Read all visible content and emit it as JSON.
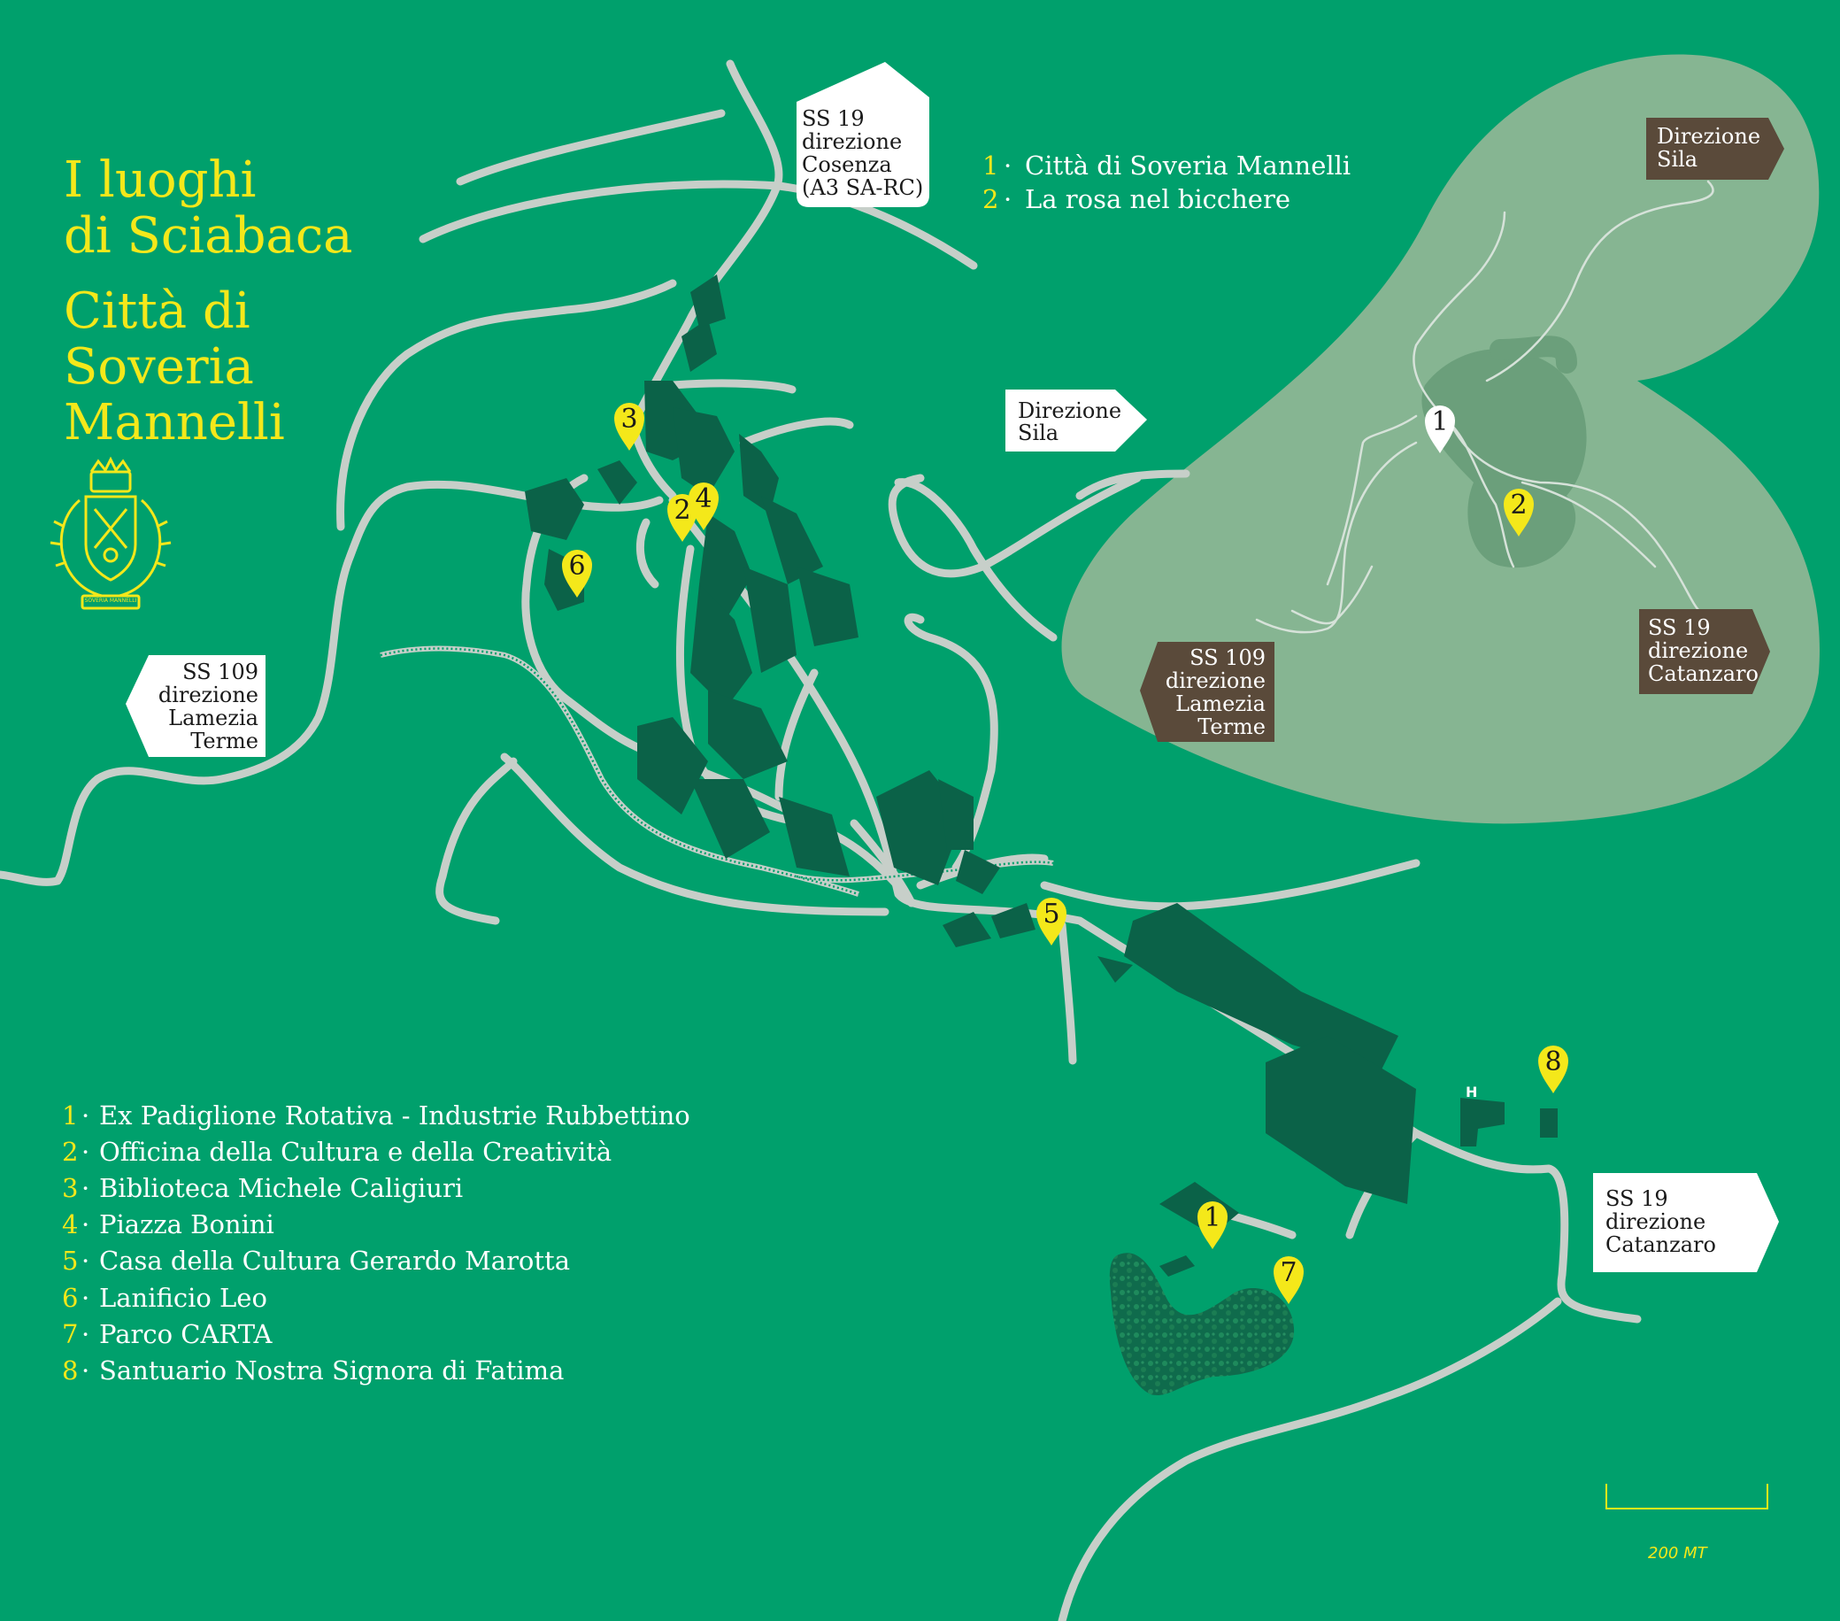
{
  "title": {
    "lines": [
      "I luoghi",
      "di Sciabaca",
      "Città di",
      "Soveria",
      "Mannelli"
    ]
  },
  "colors": {
    "background": "#00a06c",
    "road": "#c7cfc9",
    "buildings": "#0b6248",
    "accent_yellow": "#f4e81a",
    "sila_area": "#86b592",
    "sign_white": "#ffffff",
    "sign_brown": "#5a4a3a"
  },
  "icons": {
    "crest": "municipal-crest-icon",
    "pin": "map-pin-icon"
  },
  "crest_caption": "SOVERIA MANNELLI",
  "legend_main": {
    "items": [
      {
        "num": "1",
        "sep": "·",
        "label": "Ex Padiglione Rotativa - Industrie Rubbettino"
      },
      {
        "num": "2",
        "sep": "·",
        "label": "Officina della Cultura e della Creatività"
      },
      {
        "num": "3",
        "sep": "·",
        "label": "Biblioteca Michele Caligiuri"
      },
      {
        "num": "4",
        "sep": "·",
        "label": "Piazza Bonini"
      },
      {
        "num": "5",
        "sep": "·",
        "label": "Casa della Cultura Gerardo Marotta"
      },
      {
        "num": "6",
        "sep": "·",
        "label": "Lanificio Leo"
      },
      {
        "num": "7",
        "sep": "·",
        "label": "Parco CARTA"
      },
      {
        "num": "8",
        "sep": "·",
        "label": "Santuario Nostra Signora di Fatima"
      }
    ]
  },
  "legend_inset": {
    "items": [
      {
        "num": "1",
        "sep": "·",
        "label": "Città di Soveria Mannelli"
      },
      {
        "num": "2",
        "sep": "·",
        "label": "La rosa nel bicchere"
      }
    ]
  },
  "signs": {
    "cosenza": [
      "SS 19",
      "direzione",
      "Cosenza",
      "(A3 SA-RC)"
    ],
    "sila_town": [
      "Direzione",
      "Sila"
    ],
    "lamezia_left": [
      "SS 109",
      "direzione",
      "Lamezia",
      "Terme"
    ],
    "catanzaro_right": [
      "SS 19",
      "direzione",
      "Catanzaro"
    ],
    "sila_inset": [
      "Direzione",
      "Sila"
    ],
    "catanzaro_inset": [
      "SS 19",
      "direzione",
      "Catanzaro"
    ],
    "lamezia_inset": [
      "SS 109",
      "direzione",
      "Lamezia",
      "Terme"
    ]
  },
  "pins": {
    "p3": "3",
    "p2": "2",
    "p4": "4",
    "p6": "6",
    "p5": "5",
    "p8": "8",
    "p1": "1",
    "p7": "7",
    "inset1": "1",
    "inset2": "2"
  },
  "hospital_label": "H",
  "scale_label": "200 MT"
}
